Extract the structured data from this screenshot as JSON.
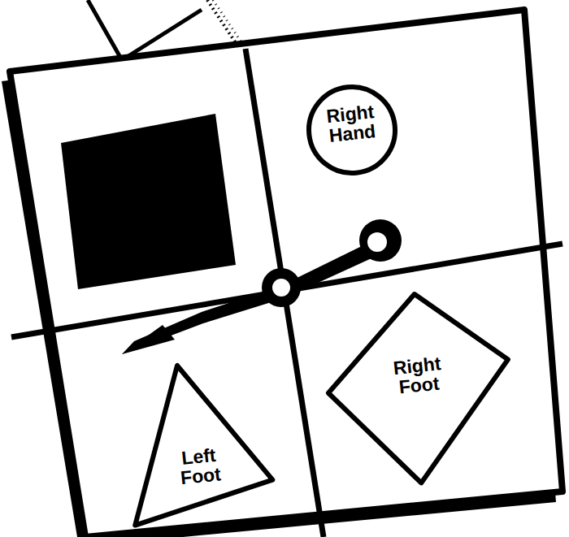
{
  "diagram": {
    "nodes": [
      {
        "text": [
          "Right Hand"
        ]
      },
      {
        "text": [
          "Left Foot"
        ]
      },
      {
        "text": [
          "Right Foot"
        ]
      }
    ]
  }
}
